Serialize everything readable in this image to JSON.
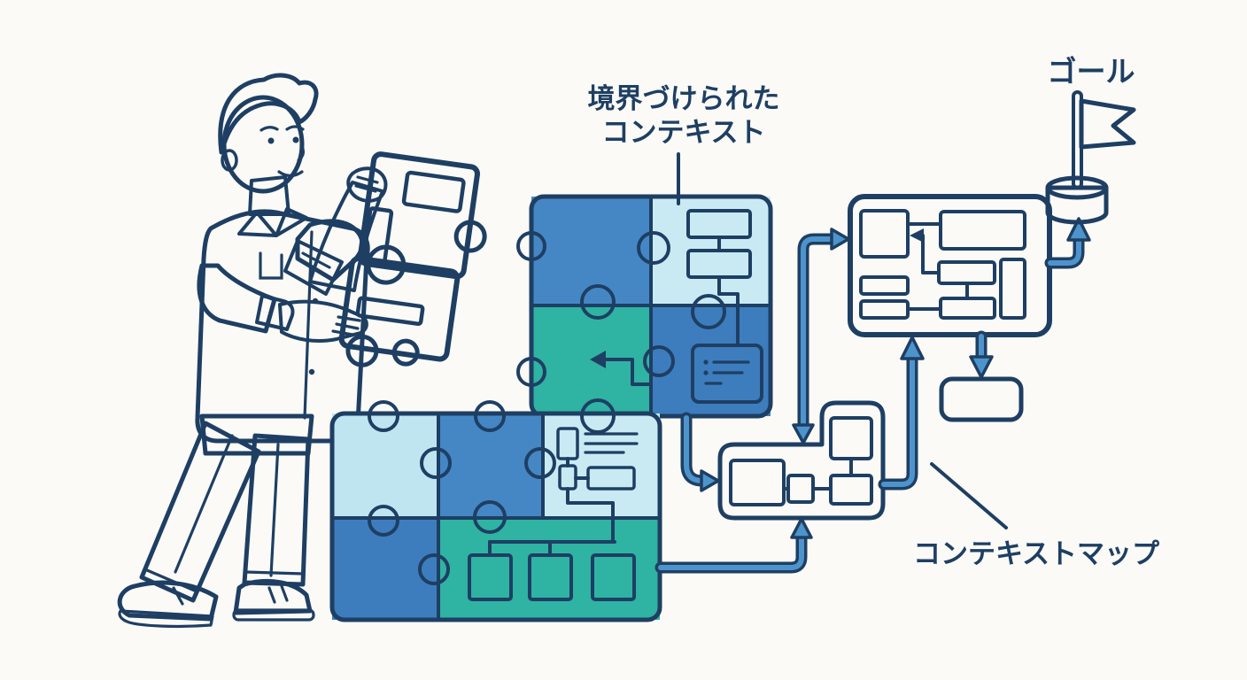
{
  "labels": {
    "bounded_context_line1": "境界づけられた",
    "bounded_context_line2": "コンテキスト",
    "goal": "ゴール",
    "context_map": "コンテキストマップ"
  },
  "colors": {
    "background": "#fbfaf6",
    "outline_navy": "#1e3f63",
    "blue": "#4587c5",
    "blue_dark": "#3d7dbd",
    "jeans": "#4181c1",
    "hair": "#3b7cc2",
    "light_blue": "#bfe5f0",
    "panel_blue": "#c9eaf3",
    "teal": "#2fb3a3",
    "teal_dark": "#2aa899",
    "teal_light": "#49c2b4",
    "orange": "#f2953f",
    "skin": "#abd8e8",
    "arrow_fill": "#4e94cc"
  },
  "icons": {
    "goal_flag": "goal-flag-icon",
    "document_card": "document-card-icon",
    "puzzle_piece": "puzzle-piece-icon"
  }
}
